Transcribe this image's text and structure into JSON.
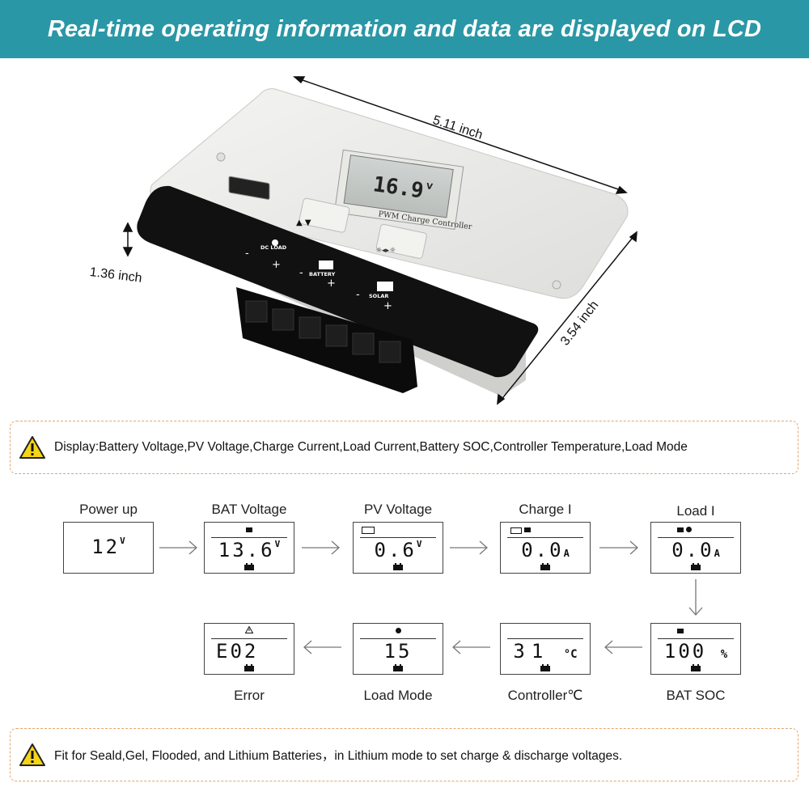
{
  "banner": {
    "title": "Real-time operating information and data are displayed on LCD",
    "bg": "#2a97a6"
  },
  "product": {
    "lcd_reading": "16.9",
    "lcd_unit": "V",
    "panel_label": "PWM Charge Controller",
    "button_left_symbols": "▲ ▼",
    "terminals": [
      {
        "name": "DC LOAD",
        "minus": "-",
        "plus": "+"
      },
      {
        "name": "BATTERY",
        "minus": "-",
        "plus": "+"
      },
      {
        "name": "SOLAR",
        "minus": "-",
        "plus": "+"
      }
    ]
  },
  "dimensions": {
    "width": "5.11 inch",
    "depth": "3.54 inch",
    "height": "1.36 inch"
  },
  "notes": {
    "display": "Display:Battery Voltage,PV Voltage,Charge Current,Load Current,Battery SOC,Controller Temperature,Load Mode",
    "fit": "Fit for Seald,Gel, Flooded, and Lithium Batteries，in Lithium mode to set charge & discharge voltages."
  },
  "screens": [
    {
      "label": "Power up",
      "value": "12",
      "unit": "V"
    },
    {
      "label": "BAT Voltage",
      "value": "13.6",
      "unit": "V"
    },
    {
      "label": "PV Voltage",
      "value": "0.6",
      "unit": "V"
    },
    {
      "label": "Charge I",
      "value": "0.0",
      "unit": "A"
    },
    {
      "label": "Load I",
      "value": "0.0",
      "unit": "A"
    },
    {
      "label": "BAT SOC",
      "value": "100",
      "unit": "%"
    },
    {
      "label": "Controller℃",
      "value": "31",
      "unit": "°C"
    },
    {
      "label": "Load Mode",
      "value": "15",
      "unit": ""
    },
    {
      "label": "Error",
      "value": "E02",
      "unit": ""
    }
  ],
  "colors": {
    "note_border": "#e3a66a",
    "warning": "#f6d416"
  }
}
